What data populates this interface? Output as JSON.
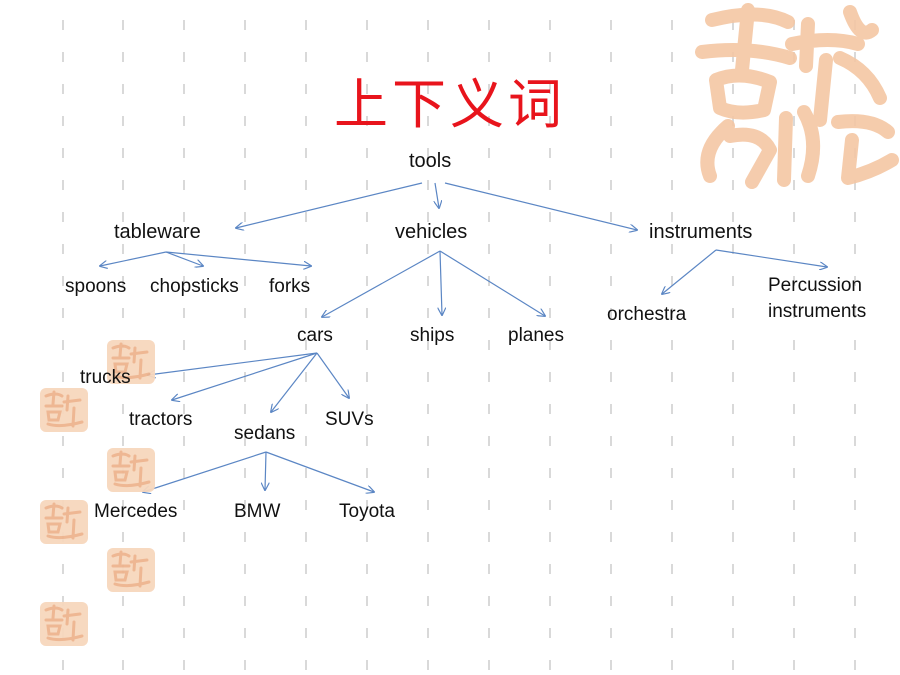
{
  "slide": {
    "title": "上下义词",
    "colors": {
      "title": "#e8141c",
      "arrow": "#5b86c4",
      "seal": "#f4c7a4",
      "dash": "#d6d6d6"
    }
  },
  "tree": {
    "root": "tools",
    "level1": [
      "tableware",
      "vehicles",
      "instruments"
    ],
    "tableware_children": [
      "spoons",
      "chopsticks",
      "forks"
    ],
    "vehicles_children": [
      "cars",
      "ships",
      "planes"
    ],
    "instruments_children": [
      "orchestra",
      "Percussion instruments"
    ],
    "instruments_child_lines": [
      "Percussion",
      "instruments"
    ],
    "cars_children": [
      "trucks",
      "tractors",
      "sedans",
      "SUVs"
    ],
    "sedans_children": [
      "Mercedes",
      "BMW",
      "Toyota"
    ]
  },
  "decor": {
    "seal_icon": "auspicious-seal-icon"
  }
}
